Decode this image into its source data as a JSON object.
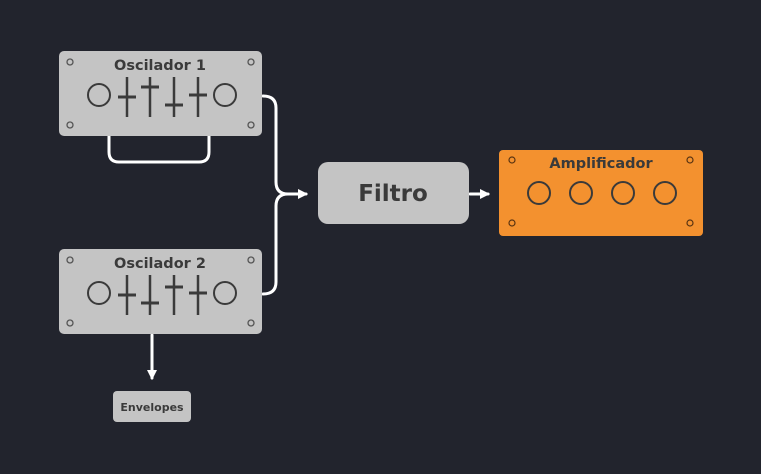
{
  "diagram": {
    "nodes": {
      "osc1": {
        "label": "Oscilador 1"
      },
      "osc2": {
        "label": "Oscilador 2"
      },
      "filter": {
        "label": "Filtro"
      },
      "amp": {
        "label": "Amplificador"
      },
      "envelopes": {
        "label": "Envelopes"
      }
    },
    "edges": [
      {
        "from": "osc1",
        "to": "filter"
      },
      {
        "from": "osc2",
        "to": "filter"
      },
      {
        "from": "filter",
        "to": "amp"
      },
      {
        "from": "osc2",
        "to": "envelopes"
      }
    ],
    "colors": {
      "background": "#22242d",
      "module": "#c4c4c4",
      "amplifier": "#f3912f",
      "connector": "#ffffff",
      "text": "#3a3a3a"
    }
  }
}
